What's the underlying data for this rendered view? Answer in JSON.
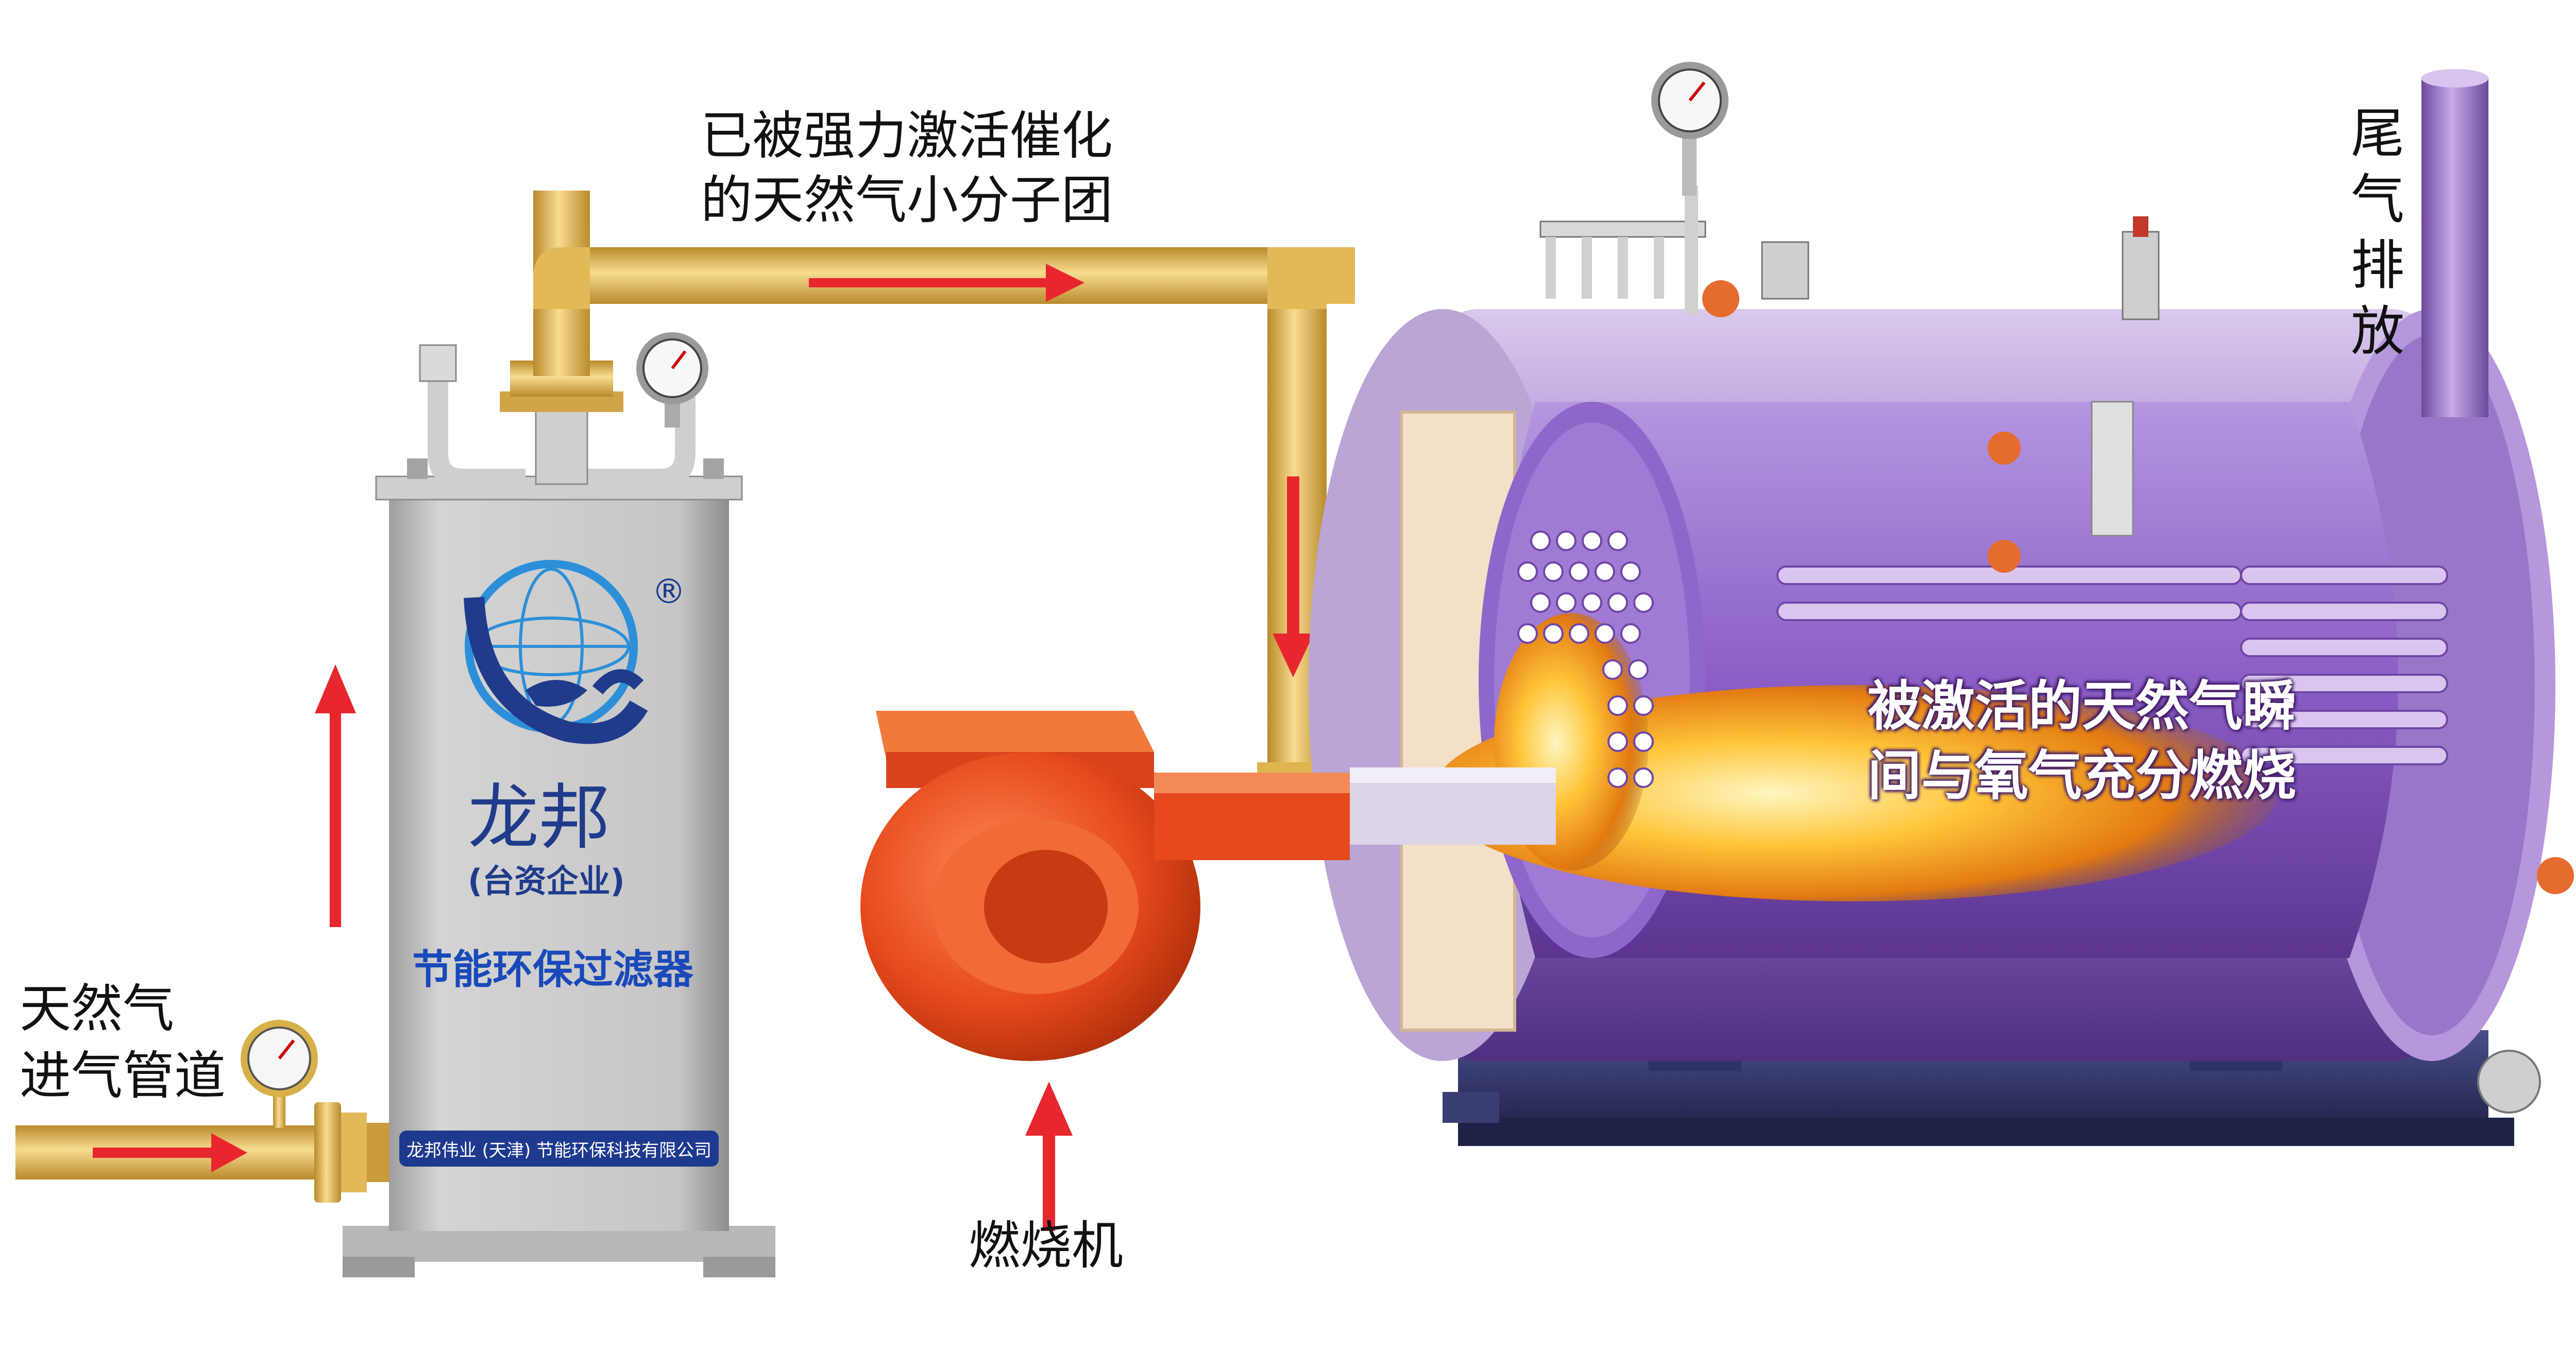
{
  "labels": {
    "activated_gas_line1": "已被强力激活催化",
    "activated_gas_line2": "的天然气小分子团",
    "gas_inlet_line1": "天然气",
    "gas_inlet_line2": "进气管道",
    "burner": "燃烧机",
    "inside_line1": "被激活的天然气瞬",
    "inside_line2": "间与氧气充分燃烧",
    "exhaust_chars": [
      "尾",
      "气",
      "排",
      "放"
    ]
  },
  "filter": {
    "brand_name": "龙邦",
    "brand_sub": "(台资企业)",
    "product": "节能环保过滤器",
    "company": "龙邦伟业 (天津) 节能环保科技有限公司",
    "registered_mark": "®"
  },
  "colors": {
    "pipe": "#e8c060",
    "arrow": "#e8262e",
    "filter_body": "#bfbfbf",
    "boiler_shell": "#9d79c9",
    "burner": "#e5491c",
    "brand_blue": "#1f3b8a"
  }
}
